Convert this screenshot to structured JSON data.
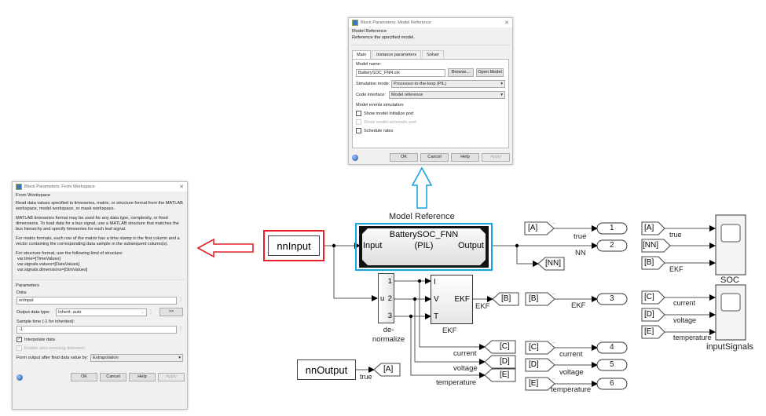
{
  "model_ref_dialog": {
    "title": "Block Parameters: Model Reference",
    "group": "Model Reference",
    "description": "Reference the specified model.",
    "tabs": [
      "Main",
      "Instance parameters",
      "Solver"
    ],
    "model_name_label": "Model name:",
    "model_name_value": "BatterySOC_FNN.slx",
    "browse_label": "Browse...",
    "open_model_label": "Open Model",
    "sim_mode_label": "Simulation mode:",
    "sim_mode_value": "Processor-in-the-loop (PIL)",
    "code_interface_label": "Code interface:",
    "code_interface_value": "Model reference",
    "events_label": "Model events simulation:",
    "show_init_port": "Show model initialize port",
    "show_term_port": "Show model terminate port",
    "schedule_rates": "Schedule rates",
    "ok": "OK",
    "cancel": "Cancel",
    "help": "Help",
    "apply": "Apply"
  },
  "from_ws_dialog": {
    "title": "Block Parameters: From Workspace",
    "group": "From Workspace",
    "para1": "Read data values specified in timeseries, matrix, or structure format from the MATLAB workspace, model workspace, or mask workspace.",
    "para2": "MATLAB timeseries format may be used for any data type, complexity, or fixed dimensions. To load data for a bus signal, use a MATLAB structure that matches the bus hierarchy and specify timeseries for each leaf signal.",
    "para3": "For matrix formats, each row of the matrix has a time stamp in the first column and a vector containing the corresponding data sample in the subsequent column(s).",
    "para4": "For structure format, use the following kind of structure:",
    "code1": "var.time=[TimeValues]",
    "code2": "var.signals.values=[DataValues]",
    "code3": "var.signals.dimensions=[DimValues]",
    "params_label": "Parameters",
    "data_label": "Data:",
    "data_value": "nnInput",
    "odt_label": "Output data type:",
    "odt_value": "Inherit: auto",
    "odt_btn": ">>",
    "sample_label": "Sample time (-1 for inherited):",
    "sample_value": "-1",
    "interp_label": "Interpolate data",
    "zc_label": "Enable zero-crossing detection",
    "form_label": "Form output after final data value by:",
    "form_value": "Extrapolation",
    "ok": "OK",
    "cancel": "Cancel",
    "help": "Help",
    "apply": "Apply"
  },
  "diagram": {
    "model_ref_caption": "Model Reference",
    "nn_input": "nnInput",
    "model_ref_name": "BatterySOC_FNN",
    "model_ref_mode": "(PIL)",
    "port_in": "Input",
    "port_out": "Output",
    "demux_ports": [
      "u",
      "1",
      "2",
      "3"
    ],
    "demux_caption": "de-\nnormalize",
    "ekf_ports": [
      "I",
      "V",
      "T"
    ],
    "ekf_inner": "EKF",
    "ekf_caption": "EKF",
    "ekf_signal": "EKF",
    "goto_B": "[B]",
    "goto_NN": "[NN]",
    "goto_A": "[A]",
    "goto_C": "[C]",
    "goto_D": "[D]",
    "goto_E": "[E]",
    "sig_current": "current",
    "sig_voltage": "voltage",
    "sig_temperature": "temperature",
    "sig_true": "true",
    "sig_nn": "NN",
    "nn_output": "nnOutput",
    "outports": [
      "1",
      "2",
      "3",
      "4",
      "5",
      "6"
    ],
    "from_tags": [
      "[A]",
      "[B]",
      "[C]",
      "[D]",
      "[E]"
    ],
    "scope_soc_tags": [
      "[A]",
      "[NN]",
      "[B]"
    ],
    "scope_soc_labels": [
      "true",
      "",
      "EKF"
    ],
    "scope_soc": "SOC",
    "scope_in_tags": [
      "[C]",
      "[D]",
      "[E]"
    ],
    "scope_in_labels": [
      "current",
      "voltage",
      "temperature"
    ],
    "scope_in": "inputSignals"
  },
  "colors": {
    "highlight_red": "#e8202a",
    "highlight_blue": "#1aa3e0"
  }
}
